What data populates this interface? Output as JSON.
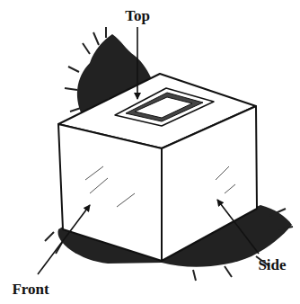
{
  "diagram": {
    "labels": [
      "Top",
      "Front",
      "Side"
    ]
  }
}
